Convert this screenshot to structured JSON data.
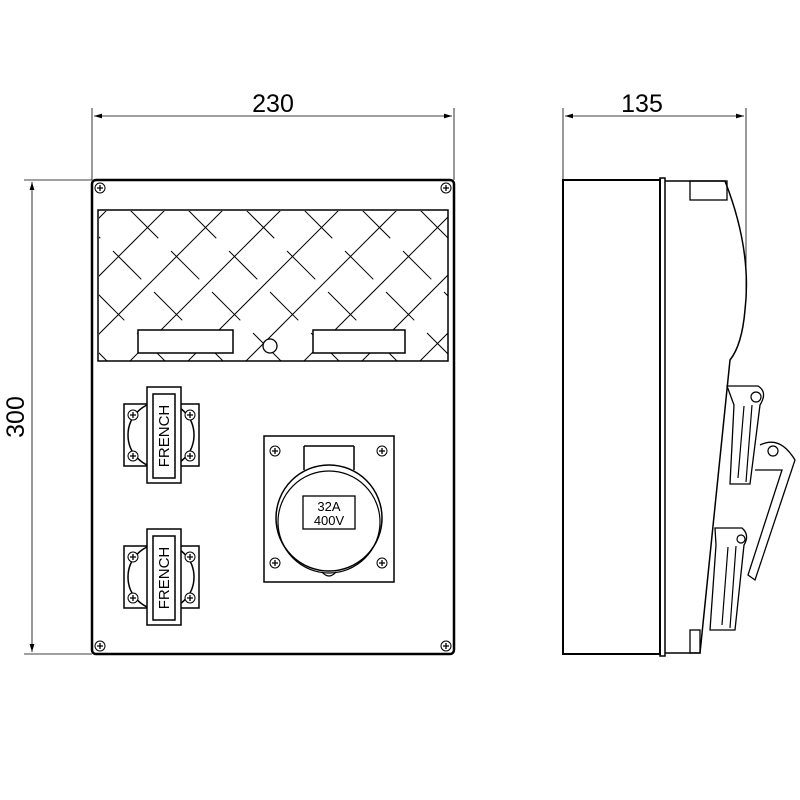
{
  "dimensions": {
    "width": "230",
    "depth": "135",
    "height": "300"
  },
  "sockets": {
    "french_1": "FRENCH",
    "french_2": "FRENCH",
    "industrial_rating_current": "32A",
    "industrial_rating_voltage": "400V"
  }
}
